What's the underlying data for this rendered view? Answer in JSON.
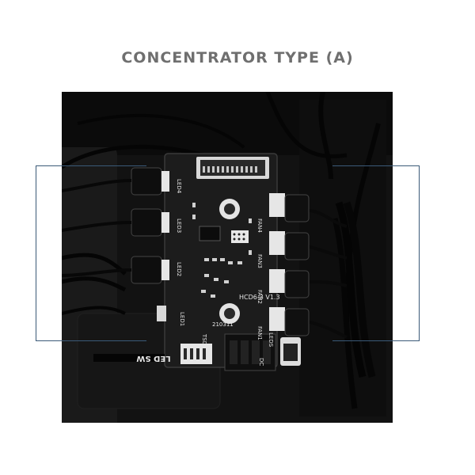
{
  "title": "CONCENTRATOR TYPE (A)",
  "photo": {
    "subject": "fan-hub-pcb",
    "colors": {
      "background": "#111111",
      "pcb": "#1a1a1a",
      "callout": "#3b5a78"
    }
  },
  "board_labels": {
    "model": "HCD6-3  V1.3",
    "date_code": "210311",
    "fan1": "FAN1",
    "fan2": "FAN2",
    "fan3": "FAN3",
    "fan4": "FAN4",
    "led1": "LED1",
    "led2": "LED2",
    "led3": "LED3",
    "led4": "LED4",
    "led_sw": "LED SW",
    "led_in": "LEDS",
    "dc": "DC",
    "tsd": "TSD"
  }
}
